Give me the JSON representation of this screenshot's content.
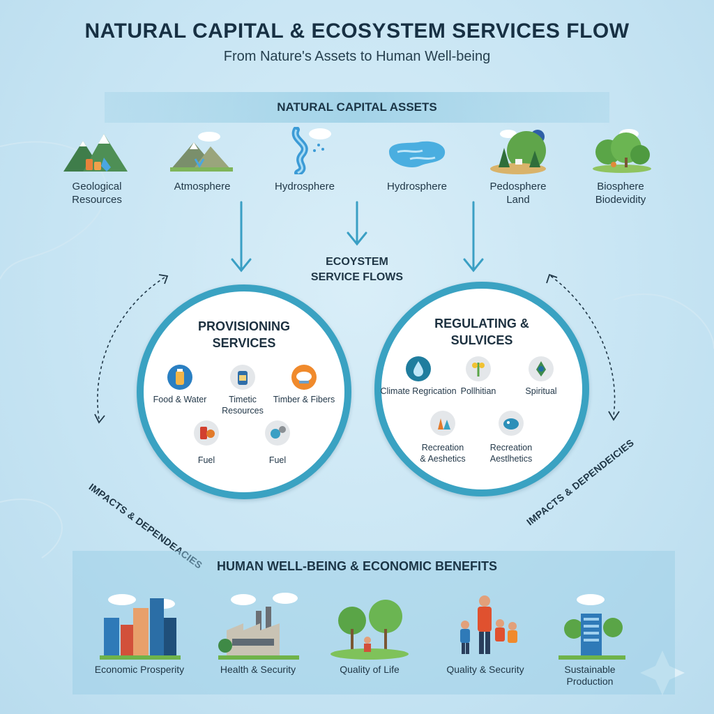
{
  "header": {
    "title": "NATURAL CAPITAL & ECOSYSTEM SERVICES FLOW",
    "subtitle": "From Nature's Assets to Human Well-being"
  },
  "assets": {
    "title": "NATURAL CAPITAL ASSETS",
    "items": [
      {
        "icon": "mountain-minerals-icon",
        "label": "Geological\nResources"
      },
      {
        "icon": "mountain-atmosphere-icon",
        "label": "Atmosphere"
      },
      {
        "icon": "river-rain-icon",
        "label": "Hydrosphere"
      },
      {
        "icon": "lake-icon",
        "label": "Hydrosphere"
      },
      {
        "icon": "forest-land-icon",
        "label": "Pedosphere\nLand"
      },
      {
        "icon": "forest-biodiversity-icon",
        "label": "Biosphere\nBiodevidity"
      }
    ]
  },
  "flows": {
    "label": "ECOYSTEM\nSERVICE FLOWS"
  },
  "provisioning": {
    "title": "PROVISIONING\nSERVICES",
    "items": [
      {
        "icon": "water-bottle-icon",
        "label": "Food & Water"
      },
      {
        "icon": "medicine-jar-icon",
        "label": "Timetic\nResources"
      },
      {
        "icon": "cotton-fiber-icon",
        "label": "Timber & Fibers"
      },
      {
        "icon": "fuel-can-icon",
        "label": "Fuel"
      },
      {
        "icon": "fuel-gear-icon",
        "label": "Fuel"
      }
    ]
  },
  "regulating": {
    "title": "REGULATING &\nSULVICES",
    "items": [
      {
        "icon": "climate-droplet-icon",
        "label": "Climate Regrication"
      },
      {
        "icon": "pollination-plant-icon",
        "label": "Pollhitian"
      },
      {
        "icon": "spiritual-plant-icon",
        "label": "Spiritual"
      },
      {
        "icon": "recreation-trees-icon",
        "label": "Recreation\n& Aeshetics"
      },
      {
        "icon": "recreation-landscape-icon",
        "label": "Recreation\nAestlhetics"
      }
    ]
  },
  "impacts": {
    "left": "IMPACTS & DEPENDEACIES",
    "right": "IMPACTS & DEPENDEICIES"
  },
  "benefits": {
    "title": "HUMAN WELL-BEING & ECONOMIC BENEFITS",
    "items": [
      {
        "icon": "city-buildings-icon",
        "label": "Economic Prosperity"
      },
      {
        "icon": "factory-icon",
        "label": "Health & Security"
      },
      {
        "icon": "park-people-icon",
        "label": "Quality of Life"
      },
      {
        "icon": "family-icon",
        "label": "Quality & Security"
      },
      {
        "icon": "green-building-icon",
        "label": "Sustainable\nProduction"
      }
    ]
  },
  "colors": {
    "background": "#c6e4f3",
    "circle_border": "#3aa2c2",
    "arrow": "#3a9fc4",
    "title_text": "#173043"
  }
}
